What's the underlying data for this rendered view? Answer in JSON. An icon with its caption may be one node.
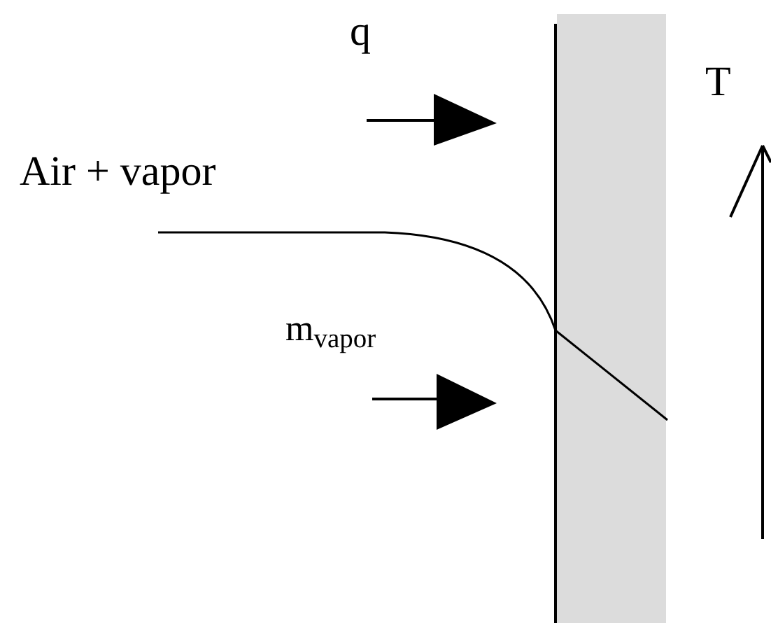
{
  "diagram": {
    "nodes": [
      {
        "text": [],
        "shape": "bar"
      }
    ],
    "labels": [
      "q",
      "T",
      "Air + vapor",
      "m$_{vapor}$"
    ]
  }
}
